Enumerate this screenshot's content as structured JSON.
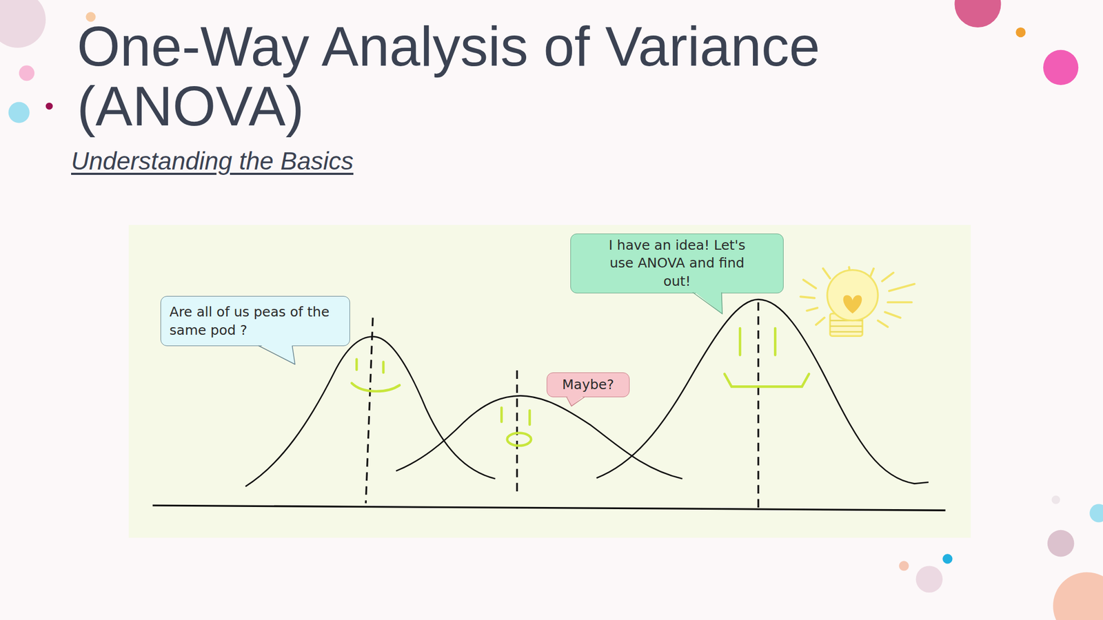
{
  "diagram": {
    "title": "One-Way Analysis of Variance (ANOVA)",
    "nodes": [
      {
        "text": [
          "Are all of us peas of the same pod ?"
        ]
      },
      {
        "text": [
          "Maybe?"
        ]
      },
      {
        "text": [
          "I have an idea! Let's use ANOVA and find out!"
        ]
      }
    ],
    "labels": [
      "Understanding the Basics"
    ]
  }
}
